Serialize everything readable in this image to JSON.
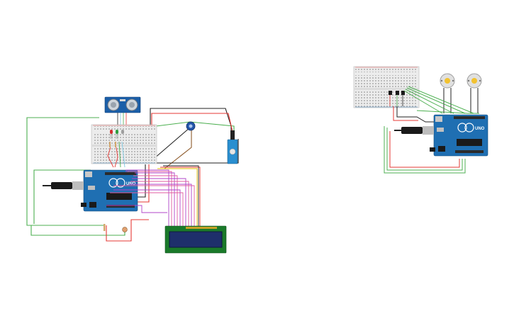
{
  "canvas": {
    "background": "#ffffff"
  },
  "components": {
    "arduino_board_left": {
      "brand_text": "UNO",
      "color": "#1f6fb2"
    },
    "arduino_board_right": {
      "brand_text": "UNO",
      "color": "#1f6fb2"
    },
    "ultrasonic_sensor": {
      "color": "#1b5fa8"
    },
    "lcd_display": {
      "color": "#1a7a2a",
      "screen_color": "#1e2f6b"
    },
    "servo_motor": {
      "color": "#2a8fd0"
    },
    "potentiometer": {
      "color": "#2255aa"
    },
    "dc_motors": {
      "count": 2,
      "color": "#f2c230"
    }
  },
  "wire_colors": {
    "green": "#4caf50",
    "red": "#e53935",
    "black": "#222222",
    "purple": "#b044c8",
    "pink": "#e05da0",
    "yellow": "#e6c200",
    "brown": "#8d5a2b",
    "light_blue": "#7ec8e3",
    "grey": "#888888"
  },
  "icons": [
    "usb-cable-icon",
    "power-jack-icon",
    "ldr-icon",
    "resistor-icon",
    "led-icon"
  ]
}
